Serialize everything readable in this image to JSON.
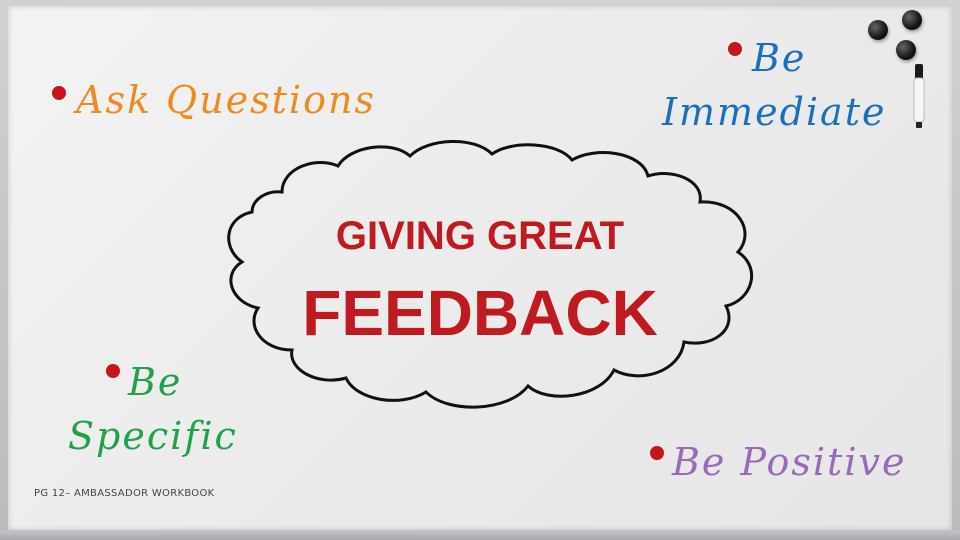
{
  "slide": {
    "title_line1": "GIVING GREAT",
    "title_line2": "FEEDBACK",
    "notes": {
      "ask_questions": "Ask Questions",
      "be_immediate_line1": "Be",
      "be_immediate_line2": "Immediate",
      "be_specific_line1": "Be",
      "be_specific_line2": "Specific",
      "be_positive": "Be Positive"
    },
    "footer": "PG 12– AMBASSADOR WORKBOOK"
  },
  "colors": {
    "title": "#bf1a1f",
    "bullet": "#c8151b",
    "ask_questions": "#ef8a1c",
    "be_immediate": "#1b6fc0",
    "be_specific": "#1fa24a",
    "be_positive": "#9a6ab8"
  },
  "icons": [
    "whiteboard-magnet-icon",
    "dry-erase-marker-icon",
    "thought-cloud-icon"
  ]
}
